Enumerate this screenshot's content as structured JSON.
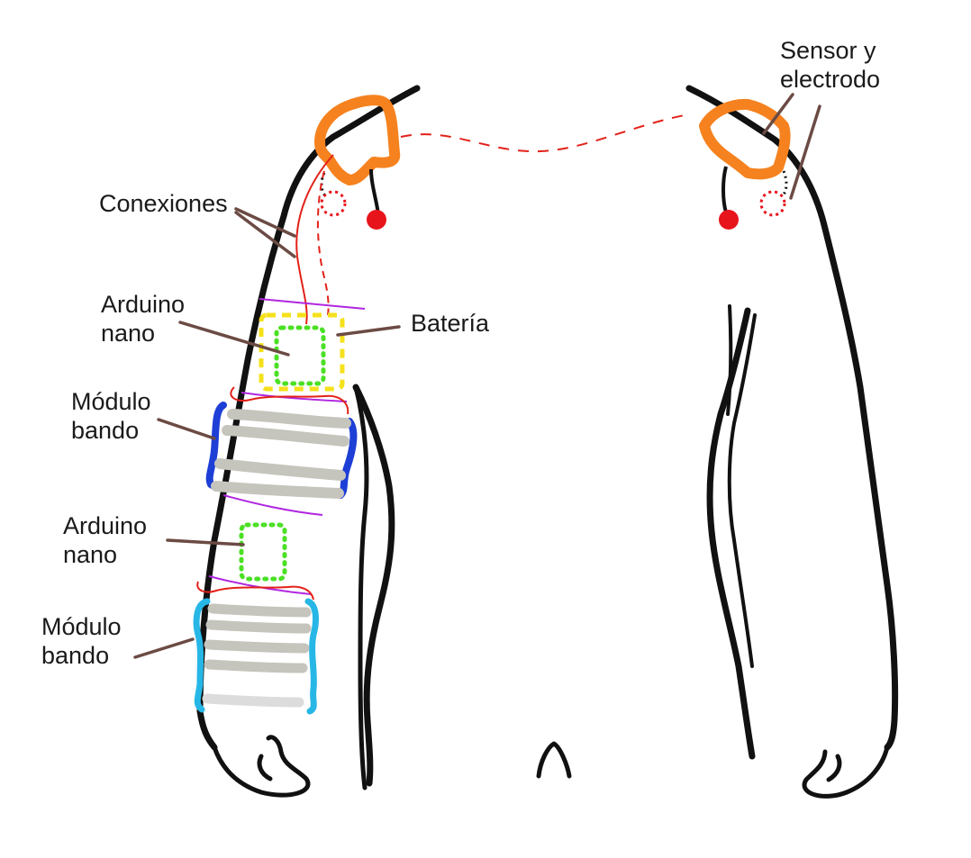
{
  "labels": {
    "sensor": [
      "Sensor y",
      "electrodo"
    ],
    "conexiones": "Conexiones",
    "arduino_top": [
      "Arduino",
      "nano"
    ],
    "bateria": "Batería",
    "modulo_top": [
      "Módulo",
      "bando"
    ],
    "arduino_bottom": [
      "Arduino",
      "nano"
    ],
    "modulo_bottom": [
      "Módulo",
      "bando"
    ]
  },
  "colors": {
    "outline": "#111111",
    "sensor_pad": "#f5821f",
    "electrode": "#e8141b",
    "wire": "#e32119",
    "battery": "#f5e11b",
    "arduino": "#4be024",
    "band_top": "#1e3fd6",
    "band_bottom": "#27b7e6",
    "strap": "#c5c5bd",
    "strap_light": "#dcdcdc",
    "sleeve_line": "#b026e0",
    "leader": "#6b4b44"
  },
  "icons": {
    "figure": "human-torso-arms-outline"
  }
}
